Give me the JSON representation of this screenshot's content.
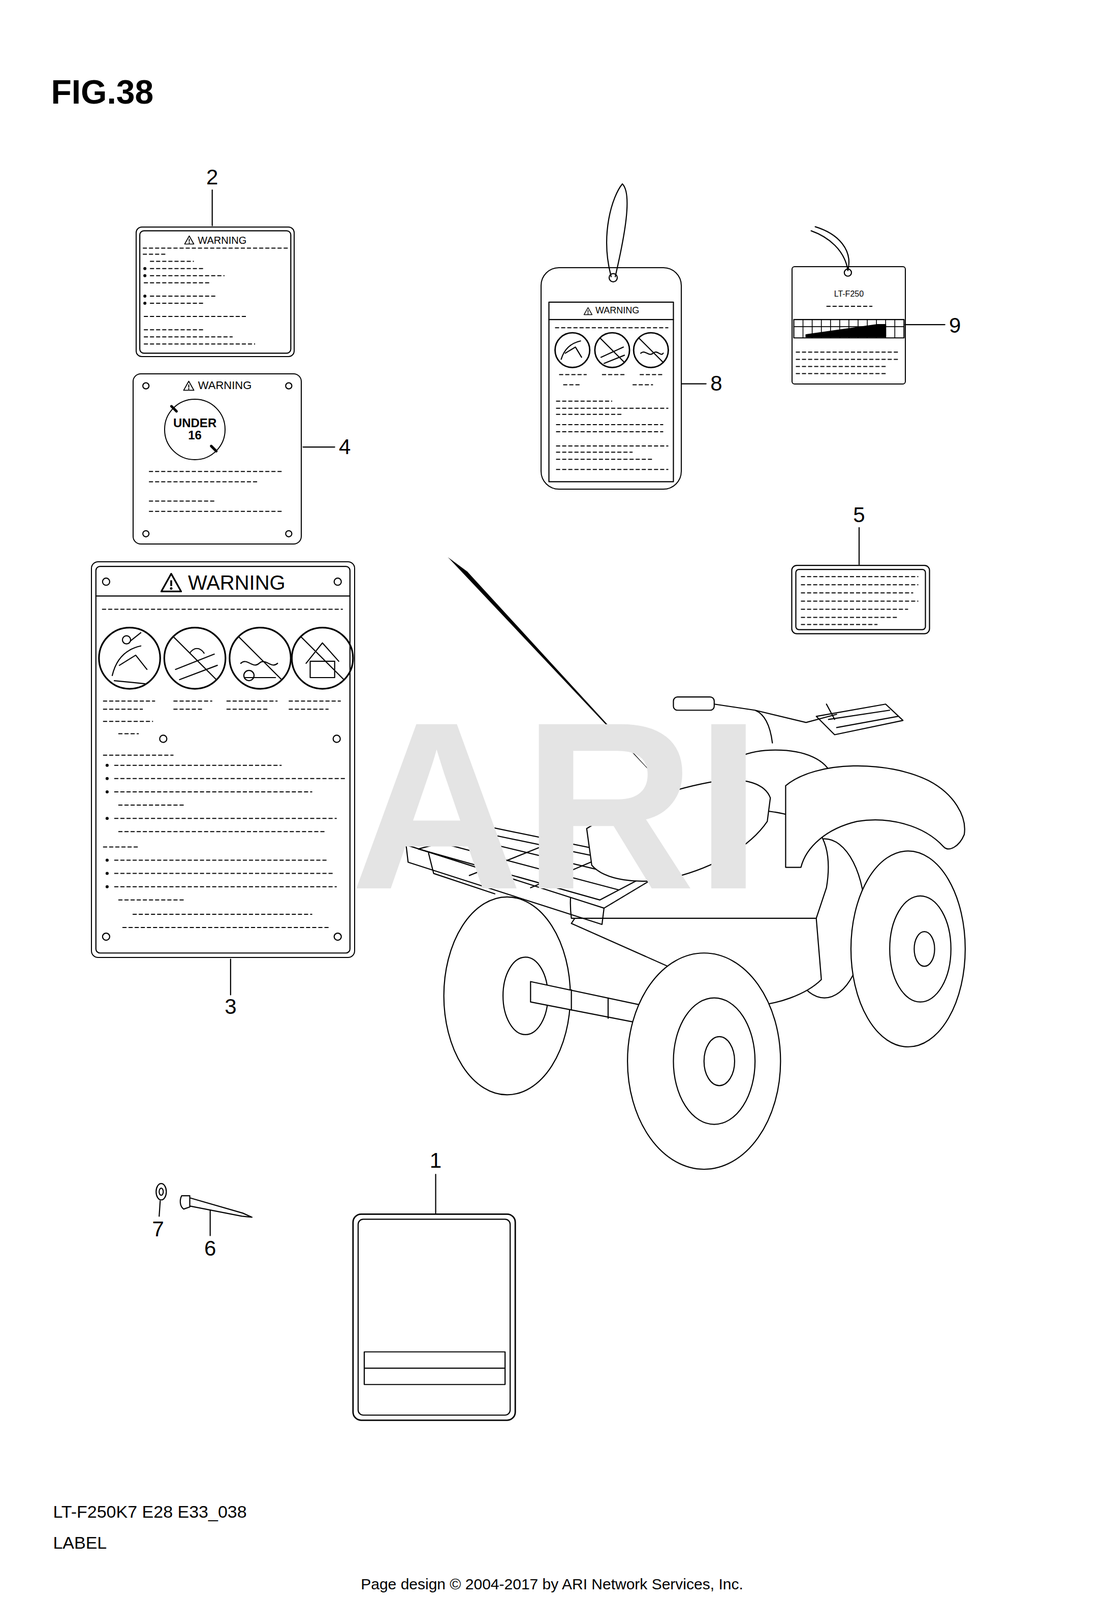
{
  "diagram": {
    "title": "FIG.38",
    "nodes": [
      {
        "text": [
          "WARNING"
        ]
      },
      {
        "text": [
          "WARNING"
        ]
      },
      {
        "text": [
          "UNDER 16"
        ],
        "in": 1
      },
      {
        "text": [
          "WARNING"
        ]
      },
      {
        "text": [
          "WARNING"
        ]
      },
      {
        "text": [
          "LT-F250"
        ]
      }
    ],
    "labels": [
      "2",
      "4",
      "3",
      "8",
      "9",
      "5",
      "1",
      "7",
      "6",
      "ARI",
      "LT-F250K7 E28 E33_038",
      "LABEL",
      "Page design © 2004-2017 by ARI Network Services, Inc."
    ]
  }
}
